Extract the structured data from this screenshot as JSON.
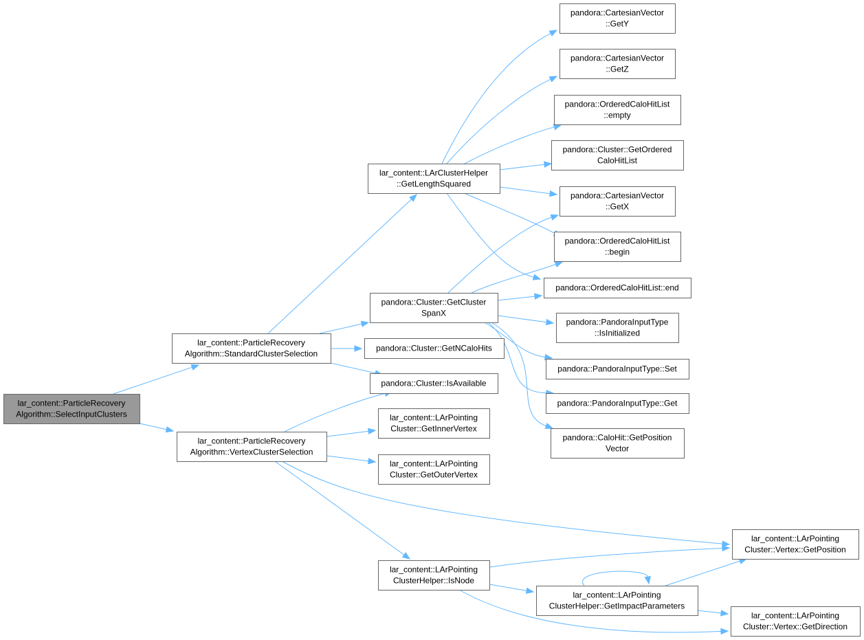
{
  "colors": {
    "edge": "#63b8ff",
    "root_fill": "#999999",
    "node_border": "#666666",
    "background": "#ffffff"
  },
  "nodes": [
    {
      "id": "select",
      "lines": [
        "lar_content::ParticleRecovery",
        "Algorithm::SelectInputClusters"
      ],
      "root": true
    },
    {
      "id": "standard",
      "lines": [
        "lar_content::ParticleRecovery",
        "Algorithm::StandardClusterSelection"
      ]
    },
    {
      "id": "vertexsel",
      "lines": [
        "lar_content::ParticleRecovery",
        "Algorithm::VertexClusterSelection"
      ]
    },
    {
      "id": "lensq",
      "lines": [
        "lar_content::LArClusterHelper",
        "::GetLengthSquared"
      ]
    },
    {
      "id": "spanx",
      "lines": [
        "pandora::Cluster::GetCluster",
        "SpanX"
      ]
    },
    {
      "id": "ncalo",
      "lines": [
        "pandora::Cluster::GetNCaloHits"
      ]
    },
    {
      "id": "avail",
      "lines": [
        "pandora::Cluster::IsAvailable"
      ]
    },
    {
      "id": "inner",
      "lines": [
        "lar_content::LArPointing",
        "Cluster::GetInnerVertex"
      ]
    },
    {
      "id": "outer",
      "lines": [
        "lar_content::LArPointing",
        "Cluster::GetOuterVertex"
      ]
    },
    {
      "id": "isnode",
      "lines": [
        "lar_content::LArPointing",
        "ClusterHelper::IsNode"
      ]
    },
    {
      "id": "gety",
      "lines": [
        "pandora::CartesianVector",
        "::GetY"
      ]
    },
    {
      "id": "getz",
      "lines": [
        "pandora::CartesianVector",
        "::GetZ"
      ]
    },
    {
      "id": "empty",
      "lines": [
        "pandora::OrderedCaloHitList",
        "::empty"
      ]
    },
    {
      "id": "ordered",
      "lines": [
        "pandora::Cluster::GetOrdered",
        "CaloHitList"
      ]
    },
    {
      "id": "getx",
      "lines": [
        "pandora::CartesianVector",
        "::GetX"
      ]
    },
    {
      "id": "begin",
      "lines": [
        "pandora::OrderedCaloHitList",
        "::begin"
      ]
    },
    {
      "id": "end",
      "lines": [
        "pandora::OrderedCaloHitList::end"
      ]
    },
    {
      "id": "isinit",
      "lines": [
        "pandora::PandoraInputType",
        "::IsInitialized"
      ]
    },
    {
      "id": "set",
      "lines": [
        "pandora::PandoraInputType::Set"
      ]
    },
    {
      "id": "get",
      "lines": [
        "pandora::PandoraInputType::Get"
      ]
    },
    {
      "id": "posvec",
      "lines": [
        "pandora::CaloHit::GetPosition",
        "Vector"
      ]
    },
    {
      "id": "position",
      "lines": [
        "lar_content::LArPointing",
        "Cluster::Vertex::GetPosition"
      ]
    },
    {
      "id": "impact",
      "lines": [
        "lar_content::LArPointing",
        "ClusterHelper::GetImpactParameters"
      ]
    },
    {
      "id": "direction",
      "lines": [
        "lar_content::LArPointing",
        "Cluster::Vertex::GetDirection"
      ]
    }
  ],
  "edges": [
    [
      "select",
      "standard"
    ],
    [
      "select",
      "vertexsel"
    ],
    [
      "standard",
      "lensq"
    ],
    [
      "standard",
      "spanx"
    ],
    [
      "standard",
      "ncalo"
    ],
    [
      "standard",
      "avail"
    ],
    [
      "vertexsel",
      "avail"
    ],
    [
      "vertexsel",
      "inner"
    ],
    [
      "vertexsel",
      "outer"
    ],
    [
      "vertexsel",
      "position"
    ],
    [
      "vertexsel",
      "isnode"
    ],
    [
      "lensq",
      "gety"
    ],
    [
      "lensq",
      "getz"
    ],
    [
      "lensq",
      "empty"
    ],
    [
      "lensq",
      "ordered"
    ],
    [
      "lensq",
      "getx"
    ],
    [
      "lensq",
      "begin"
    ],
    [
      "lensq",
      "end"
    ],
    [
      "spanx",
      "getx"
    ],
    [
      "spanx",
      "begin"
    ],
    [
      "spanx",
      "end"
    ],
    [
      "spanx",
      "isinit"
    ],
    [
      "spanx",
      "set"
    ],
    [
      "spanx",
      "get"
    ],
    [
      "spanx",
      "posvec"
    ],
    [
      "isnode",
      "position"
    ],
    [
      "isnode",
      "impact"
    ],
    [
      "isnode",
      "direction"
    ],
    [
      "impact",
      "impact"
    ],
    [
      "impact",
      "position"
    ],
    [
      "impact",
      "direction"
    ]
  ]
}
